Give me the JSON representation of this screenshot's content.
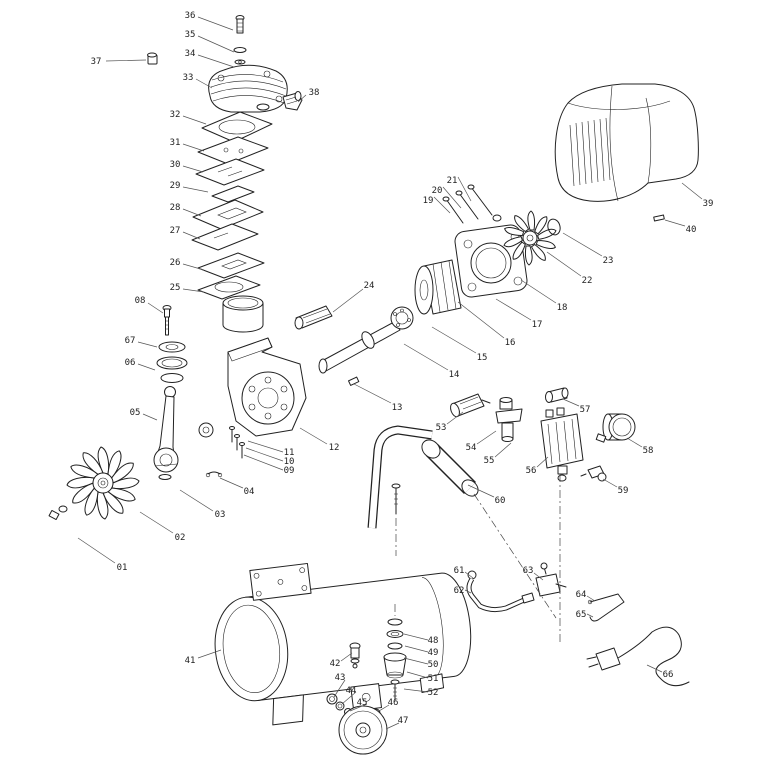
{
  "colors": {
    "line": "#222222",
    "leader": "#555555",
    "background": "#ffffff"
  },
  "parts": [
    {
      "n": "36",
      "t": [
        190,
        15
      ],
      "l": [
        198,
        17,
        233,
        30
      ]
    },
    {
      "n": "35",
      "t": [
        190,
        34
      ],
      "l": [
        198,
        36,
        234,
        52
      ]
    },
    {
      "n": "34",
      "t": [
        190,
        53
      ],
      "l": [
        198,
        55,
        234,
        67
      ]
    },
    {
      "n": "37",
      "t": [
        96,
        61
      ],
      "l": [
        106,
        61,
        146,
        60
      ]
    },
    {
      "n": "33",
      "t": [
        188,
        77
      ],
      "l": [
        196,
        79,
        212,
        88
      ]
    },
    {
      "n": "38",
      "t": [
        314,
        92
      ],
      "l": [
        306,
        95,
        298,
        102
      ]
    },
    {
      "n": "32",
      "t": [
        175,
        114
      ],
      "l": [
        183,
        116,
        206,
        124
      ]
    },
    {
      "n": "31",
      "t": [
        175,
        142
      ],
      "l": [
        183,
        144,
        204,
        151
      ]
    },
    {
      "n": "30",
      "t": [
        175,
        164
      ],
      "l": [
        183,
        166,
        203,
        172
      ]
    },
    {
      "n": "29",
      "t": [
        175,
        185
      ],
      "l": [
        183,
        187,
        208,
        192
      ]
    },
    {
      "n": "28",
      "t": [
        175,
        207
      ],
      "l": [
        183,
        209,
        201,
        216
      ]
    },
    {
      "n": "27",
      "t": [
        175,
        230
      ],
      "l": [
        183,
        232,
        200,
        239
      ]
    },
    {
      "n": "26",
      "t": [
        175,
        262
      ],
      "l": [
        183,
        264,
        204,
        270
      ]
    },
    {
      "n": "25",
      "t": [
        175,
        287
      ],
      "l": [
        183,
        289,
        204,
        292
      ]
    },
    {
      "n": "08",
      "t": [
        140,
        300
      ],
      "l": [
        148,
        303,
        163,
        313
      ]
    },
    {
      "n": "67",
      "t": [
        130,
        340
      ],
      "l": [
        138,
        342,
        157,
        347
      ]
    },
    {
      "n": "06",
      "t": [
        130,
        362
      ],
      "l": [
        138,
        364,
        155,
        370
      ]
    },
    {
      "n": "05",
      "t": [
        135,
        412
      ],
      "l": [
        143,
        414,
        157,
        420
      ]
    },
    {
      "n": "24",
      "t": [
        369,
        285
      ],
      "l": [
        363,
        289,
        333,
        312
      ]
    },
    {
      "n": "12",
      "t": [
        334,
        447
      ],
      "l": [
        327,
        444,
        300,
        428
      ]
    },
    {
      "n": "11",
      "t": [
        289,
        452
      ],
      "l": [
        283,
        452,
        248,
        441
      ]
    },
    {
      "n": "10",
      "t": [
        289,
        461
      ],
      "l": [
        283,
        461,
        246,
        448
      ]
    },
    {
      "n": "09",
      "t": [
        289,
        470
      ],
      "l": [
        283,
        470,
        244,
        455
      ]
    },
    {
      "n": "04",
      "t": [
        249,
        491
      ],
      "l": [
        243,
        488,
        220,
        478
      ]
    },
    {
      "n": "03",
      "t": [
        220,
        514
      ],
      "l": [
        213,
        511,
        180,
        490
      ]
    },
    {
      "n": "02",
      "t": [
        180,
        537
      ],
      "l": [
        173,
        533,
        140,
        512
      ]
    },
    {
      "n": "01",
      "t": [
        122,
        567
      ],
      "l": [
        115,
        563,
        78,
        538
      ]
    },
    {
      "n": "19",
      "t": [
        428,
        200
      ],
      "l": [
        434,
        197,
        450,
        213
      ]
    },
    {
      "n": "20",
      "t": [
        437,
        190
      ],
      "l": [
        443,
        187,
        461,
        208
      ]
    },
    {
      "n": "21",
      "t": [
        452,
        180
      ],
      "l": [
        458,
        177,
        471,
        201
      ]
    },
    {
      "n": "23",
      "t": [
        608,
        260
      ],
      "l": [
        602,
        256,
        563,
        233
      ]
    },
    {
      "n": "22",
      "t": [
        587,
        280
      ],
      "l": [
        581,
        276,
        547,
        252
      ]
    },
    {
      "n": "18",
      "t": [
        562,
        307
      ],
      "l": [
        556,
        303,
        521,
        280
      ]
    },
    {
      "n": "17",
      "t": [
        537,
        324
      ],
      "l": [
        531,
        320,
        496,
        299
      ]
    },
    {
      "n": "16",
      "t": [
        510,
        342
      ],
      "l": [
        504,
        338,
        458,
        302
      ]
    },
    {
      "n": "15",
      "t": [
        482,
        357
      ],
      "l": [
        476,
        353,
        432,
        327
      ]
    },
    {
      "n": "14",
      "t": [
        454,
        374
      ],
      "l": [
        448,
        370,
        404,
        344
      ]
    },
    {
      "n": "13",
      "t": [
        397,
        407
      ],
      "l": [
        391,
        403,
        354,
        384
      ]
    },
    {
      "n": "39",
      "t": [
        708,
        203
      ],
      "l": [
        702,
        199,
        682,
        183
      ]
    },
    {
      "n": "40",
      "t": [
        691,
        229
      ],
      "l": [
        685,
        226,
        665,
        220
      ]
    },
    {
      "n": "53",
      "t": [
        441,
        427
      ],
      "l": [
        447,
        424,
        463,
        412
      ]
    },
    {
      "n": "54",
      "t": [
        471,
        447
      ],
      "l": [
        477,
        444,
        496,
        431
      ]
    },
    {
      "n": "55",
      "t": [
        489,
        460
      ],
      "l": [
        495,
        457,
        511,
        443
      ]
    },
    {
      "n": "57",
      "t": [
        585,
        409
      ],
      "l": [
        579,
        406,
        563,
        399
      ]
    },
    {
      "n": "56",
      "t": [
        531,
        470
      ],
      "l": [
        537,
        467,
        548,
        457
      ]
    },
    {
      "n": "58",
      "t": [
        648,
        450
      ],
      "l": [
        642,
        447,
        627,
        438
      ]
    },
    {
      "n": "59",
      "t": [
        623,
        490
      ],
      "l": [
        617,
        487,
        603,
        479
      ]
    },
    {
      "n": "60",
      "t": [
        500,
        500
      ],
      "l": [
        494,
        497,
        468,
        485
      ]
    },
    {
      "n": "41",
      "t": [
        190,
        660
      ],
      "l": [
        198,
        658,
        221,
        650
      ]
    },
    {
      "n": "42",
      "t": [
        335,
        663
      ],
      "l": [
        341,
        661,
        352,
        653
      ]
    },
    {
      "n": "43",
      "t": [
        340,
        677
      ],
      "l": [
        345,
        680,
        334,
        697
      ]
    },
    {
      "n": "44",
      "t": [
        351,
        690
      ],
      "l": [
        356,
        692,
        342,
        704
      ]
    },
    {
      "n": "45",
      "t": [
        362,
        702
      ],
      "l": [
        367,
        704,
        350,
        711
      ]
    },
    {
      "n": "46",
      "t": [
        393,
        702
      ],
      "l": [
        389,
        705,
        379,
        711
      ]
    },
    {
      "n": "47",
      "t": [
        403,
        720
      ],
      "l": [
        399,
        723,
        386,
        729
      ]
    },
    {
      "n": "48",
      "t": [
        433,
        640
      ],
      "l": [
        428,
        640,
        404,
        634
      ]
    },
    {
      "n": "49",
      "t": [
        433,
        652
      ],
      "l": [
        428,
        652,
        405,
        646
      ]
    },
    {
      "n": "50",
      "t": [
        433,
        664
      ],
      "l": [
        428,
        664,
        404,
        658
      ]
    },
    {
      "n": "51",
      "t": [
        433,
        678
      ],
      "l": [
        428,
        678,
        407,
        672
      ]
    },
    {
      "n": "52",
      "t": [
        433,
        692
      ],
      "l": [
        428,
        692,
        404,
        689
      ]
    },
    {
      "n": "61",
      "t": [
        459,
        570
      ],
      "l": [
        465,
        572,
        473,
        578
      ]
    },
    {
      "n": "62",
      "t": [
        459,
        590
      ],
      "l": [
        465,
        590,
        471,
        593
      ]
    },
    {
      "n": "63",
      "t": [
        528,
        570
      ],
      "l": [
        534,
        573,
        543,
        580
      ]
    },
    {
      "n": "64",
      "t": [
        581,
        594
      ],
      "l": [
        587,
        596,
        595,
        601
      ]
    },
    {
      "n": "65",
      "t": [
        581,
        614
      ],
      "l": [
        587,
        614,
        593,
        617
      ]
    },
    {
      "n": "66",
      "t": [
        668,
        674
      ],
      "l": [
        662,
        672,
        647,
        665
      ]
    }
  ]
}
